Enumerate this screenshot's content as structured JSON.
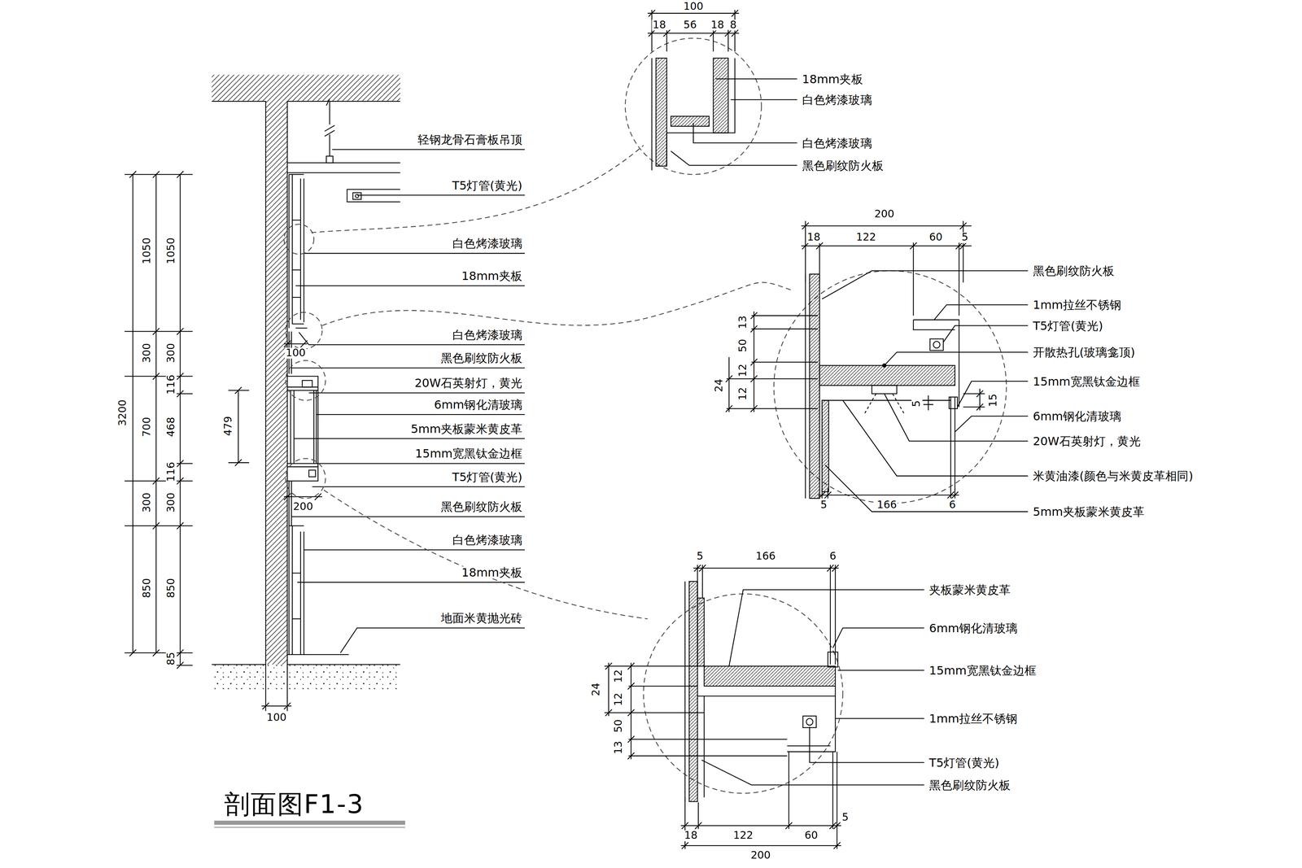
{
  "diagram": {
    "title": "剖面图F1-3",
    "labels": [
      "1050",
      "1050",
      "300",
      "300",
      "116",
      "700",
      "468",
      "116",
      "300",
      "300",
      "850",
      "850",
      "85",
      "3200",
      "479",
      "100",
      "200",
      "100",
      "轻钢龙骨石膏板吊顶",
      "T5灯管(黄光)",
      "白色烤漆玻璃",
      "18mm夹板",
      "白色烤漆玻璃",
      "黑色刷纹防火板",
      "20W石英射灯，黄光",
      "6mm钢化清玻璃",
      "5mm夹板蒙米黄皮革",
      "15mm宽黑钛金边框",
      "T5灯管(黄光)",
      "黑色刷纹防火板",
      "白色烤漆玻璃",
      "18mm夹板",
      "地面米黄抛光砖",
      "100",
      "18",
      "56",
      "18",
      "8",
      "18mm夹板",
      "白色烤漆玻璃",
      "白色烤漆玻璃",
      "黑色刷纹防火板",
      "200",
      "18",
      "122",
      "60",
      "5",
      "黑色刷纹防火板",
      "1mm拉丝不锈钢",
      "T5灯管(黄光)",
      "开散热孔(玻璃龛顶)",
      "15mm宽黑钛金边框",
      "6mm钢化清玻璃",
      "20W石英射灯，黄光",
      "米黄油漆(颜色与米黄皮革相同)",
      "5mm夹板蒙米黄皮革",
      "13",
      "50",
      "12",
      "24",
      "12",
      "15",
      "5",
      "5",
      "166",
      "6",
      "5",
      "166",
      "6",
      "夹板蒙米黄皮革",
      "6mm钢化清玻璃",
      "15mm宽黑钛金边框",
      "1mm拉丝不锈钢",
      "T5灯管(黄光)",
      "黑色刷纹防火板",
      "12",
      "24",
      "12",
      "50",
      "13",
      "18",
      "122",
      "60",
      "5",
      "200"
    ]
  }
}
